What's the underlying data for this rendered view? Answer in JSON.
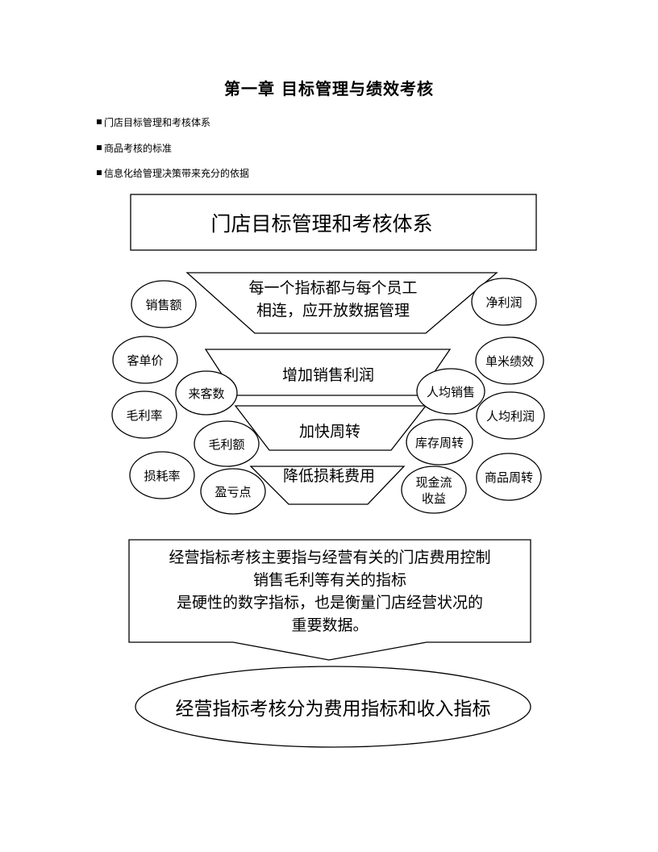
{
  "title": "第一章    目标管理与绩效考核",
  "bullets": [
    "门店目标管理和考核体系",
    "商品考核的标准",
    "信息化给管理决策带来充分的依据"
  ],
  "diagram": {
    "header_box": "门店目标管理和考核体系",
    "funnel": {
      "top_line1": "每一个指标都与每个员工",
      "top_line2": "相连，应开放数据管理",
      "level2": "增加销售利润",
      "level3": "加快周转",
      "level4": "降低损耗费用"
    },
    "ovals": {
      "sales_amount": "销售额",
      "net_profit": "净利润",
      "per_customer_price": "客单价",
      "sales_per_sqm": "单米绩效",
      "customer_count": "来客数",
      "sales_per_person": "人均销售",
      "gross_margin_rate": "毛利率",
      "profit_per_person": "人均利润",
      "gross_profit": "毛利额",
      "inventory_turnover": "库存周转",
      "loss_rate": "损耗率",
      "product_turnover": "商品周转",
      "profit_loss_point": "盈亏点",
      "cash_flow_line1": "现金流",
      "cash_flow_line2": "收益"
    },
    "arrow_box": {
      "line1": "经营指标考核主要指与经营有关的门店费用控制",
      "line2": "销售毛利等有关的指标",
      "line3": "是硬性的数字指标，也是衡量门店经营状况的",
      "line4": "重要数据。"
    },
    "bottom_ellipse": "经营指标考核分为费用指标和收入指标"
  }
}
